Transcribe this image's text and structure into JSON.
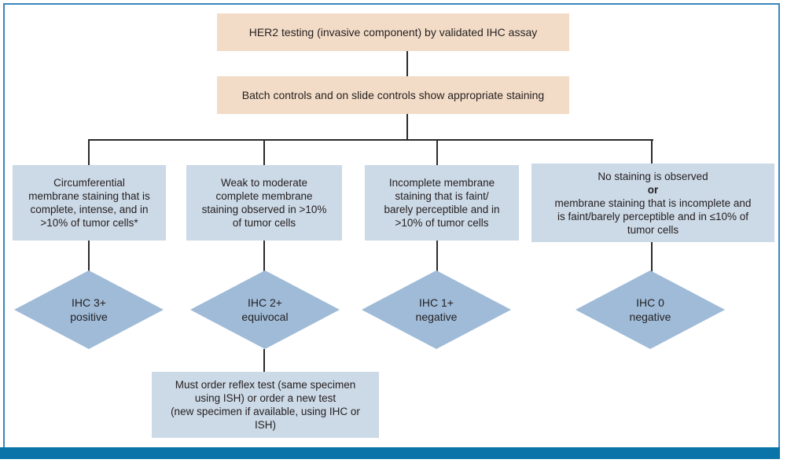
{
  "palette": {
    "box_peach": "#f3dcc7",
    "box_blue": "#ccd9e6",
    "diamond_blue": "#9fbbd8",
    "connector_line": "#2b2a29",
    "text": "#231f20",
    "frame_border": "#3a87bd",
    "footer_bar": "#0a74a8"
  },
  "flowchart": {
    "header_box": {
      "label": "HER2 testing (invasive component) by validated IHC assay"
    },
    "controls_box": {
      "label": "Batch controls and on slide controls show appropriate staining"
    },
    "branches": [
      {
        "lines": [
          "Circumferential",
          "membrane staining that is",
          "complete, intense, and in",
          ">10% of tumor cells*"
        ],
        "diamond": [
          "IHC 3+",
          "positive"
        ]
      },
      {
        "lines": [
          "Weak to moderate",
          "complete membrane",
          "staining observed in >10%",
          "of tumor cells"
        ],
        "diamond": [
          "IHC 2+",
          "equivocal"
        ]
      },
      {
        "lines": [
          "Incomplete membrane",
          "staining that is faint/",
          "barely perceptible and in",
          ">10% of tumor cells"
        ],
        "diamond": [
          "IHC 1+",
          "negative"
        ]
      },
      {
        "lines": [
          "No staining is observed",
          "or",
          "membrane staining that is incomplete and",
          "is faint/barely perceptible and in ≤10% of",
          "tumor cells"
        ],
        "diamond": [
          "IHC 0",
          "negative"
        ]
      }
    ],
    "reflex_box": {
      "lines": [
        "Must order reflex test (same specimen",
        "using ISH) or order a new test",
        "(new specimen if available, using IHC or",
        "ISH)"
      ]
    }
  }
}
